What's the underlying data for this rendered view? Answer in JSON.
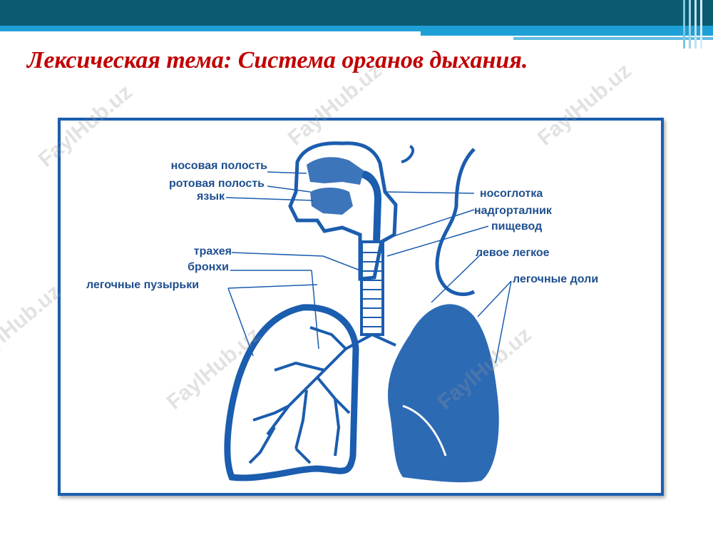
{
  "slide": {
    "title": "Лексическая тема: Система органов дыхания."
  },
  "colors": {
    "header_dark": "#0c5a72",
    "header_light": "#1e9fd6",
    "title": "#c00000",
    "diagram_ink": "#1b5dae",
    "frame_border": "#1b5dae"
  },
  "diagram": {
    "labels_left": [
      {
        "key": "nasal-cavity",
        "text": "носовая полость"
      },
      {
        "key": "oral-cavity",
        "text": "ротовая полость"
      },
      {
        "key": "tongue",
        "text": "язык"
      },
      {
        "key": "trachea",
        "text": "трахея"
      },
      {
        "key": "bronchi",
        "text": "бронхи"
      },
      {
        "key": "alveoli",
        "text": "легочные пузырьки"
      }
    ],
    "labels_right": [
      {
        "key": "nasopharynx",
        "text": "носоглотка"
      },
      {
        "key": "epiglottis",
        "text": "надгорталник"
      },
      {
        "key": "esophagus",
        "text": "пищевод"
      },
      {
        "key": "left-lung",
        "text": "левое легкое"
      },
      {
        "key": "lung-lobes",
        "text": "легочные доли"
      }
    ]
  },
  "watermark": {
    "text": "FaylHub.uz"
  }
}
